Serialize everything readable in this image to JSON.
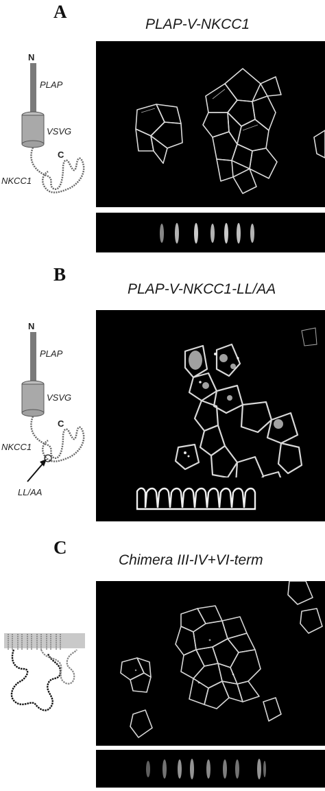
{
  "panels": [
    {
      "letter": "A",
      "title": "PLAP-V-NKCC1",
      "schematic_labels": {
        "n_term": "N",
        "plap": "PLAP",
        "vsvg": "VSVG",
        "c_term": "C",
        "nkcc1": "NKCC1"
      }
    },
    {
      "letter": "B",
      "title": "PLAP-V-NKCC1-LL/AA",
      "schematic_labels": {
        "n_term": "N",
        "plap": "PLAP",
        "vsvg": "VSVG",
        "c_term": "C",
        "nkcc1": "NKCC1",
        "mutation": "LL/AA"
      }
    },
    {
      "letter": "C",
      "title": "Chimera III-IV+VI-term",
      "schematic_labels": {}
    }
  ],
  "colors": {
    "background": "#ffffff",
    "micrograph_background": "#000000",
    "membrane_signal": "#e8e8e8",
    "stem_gray": "#7a7a7a",
    "cylinder_gray": "#a9a9a9"
  }
}
